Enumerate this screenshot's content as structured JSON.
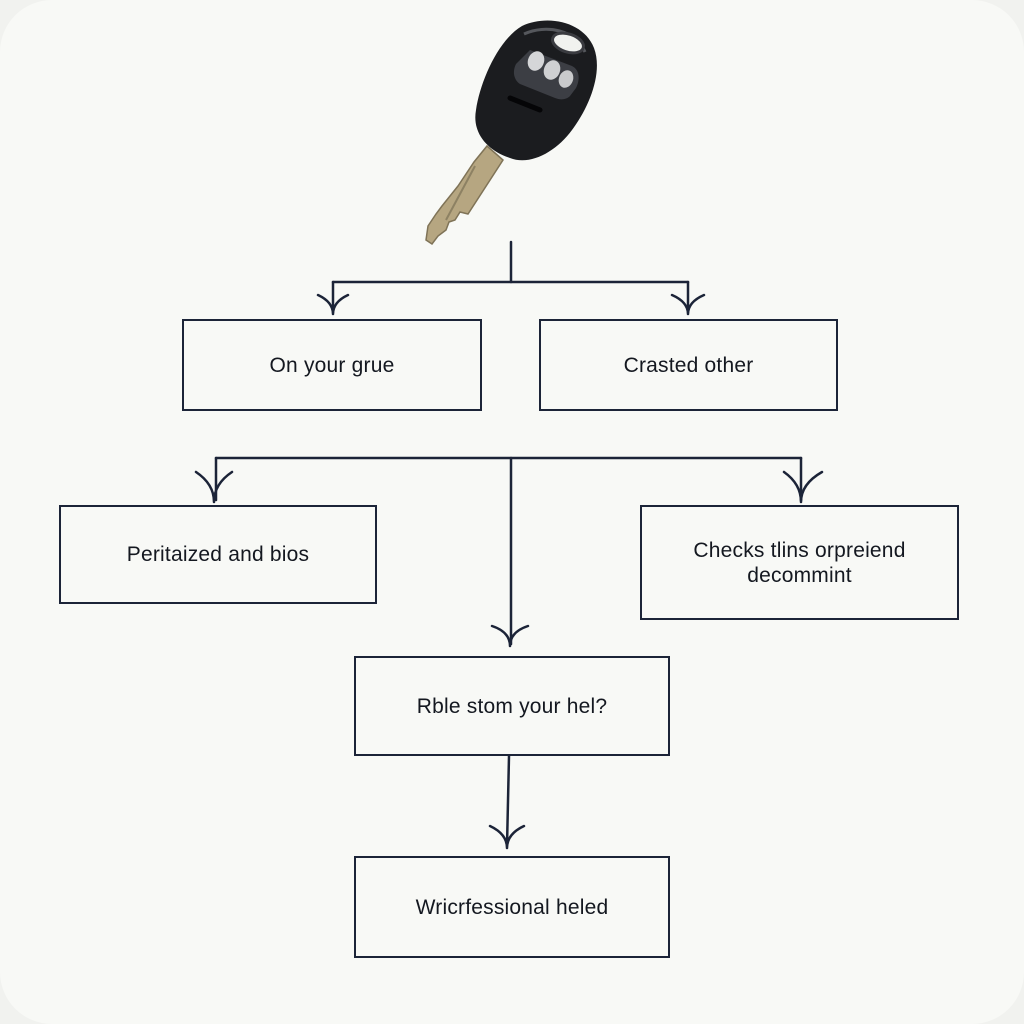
{
  "colors": {
    "background": "#f8f9f6",
    "line": "#1c2438",
    "text": "#141820",
    "key_fob": "#1b1c1f",
    "key_blade": "#b6a681"
  },
  "icon": "car-key-fob-icon",
  "nodes": {
    "top_left": "On your grue",
    "top_right": "Crasted other",
    "mid_left": "Peritaized and bios",
    "mid_right_line1": "Checks tlins orpreiend",
    "mid_right_line2": "decommint",
    "center": "Rble stom your hel?",
    "bottom": "Wricrfessional heled"
  }
}
